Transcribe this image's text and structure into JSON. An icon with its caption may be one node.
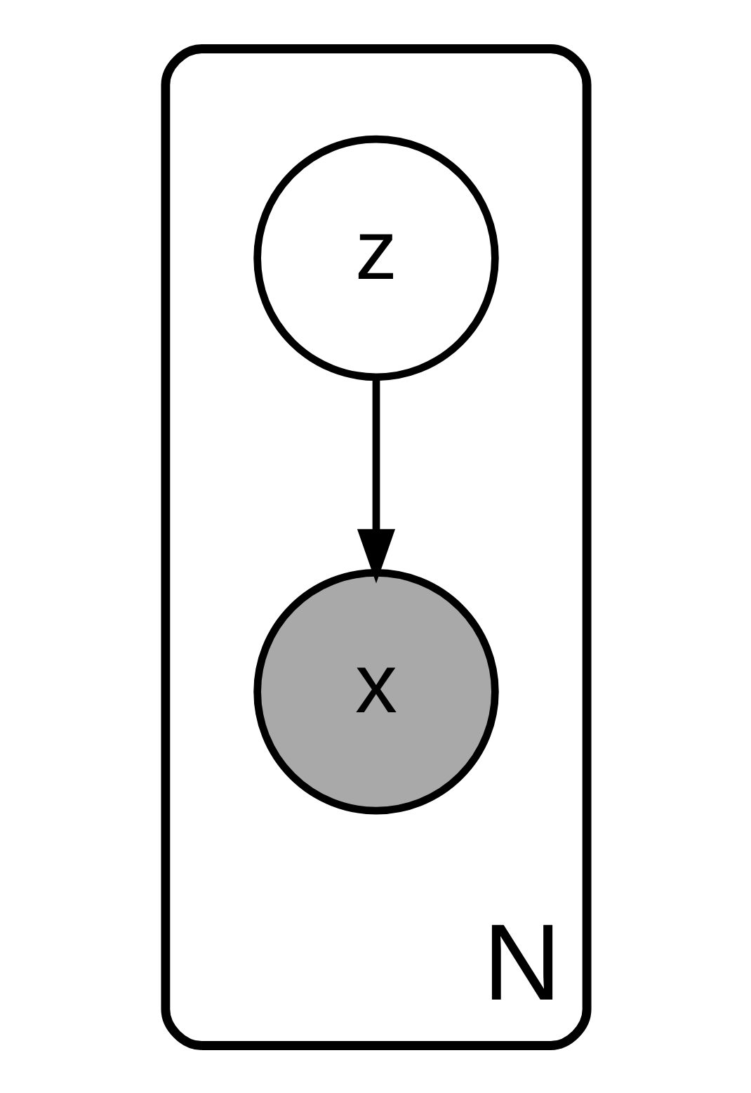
{
  "diagram": {
    "nodes": [
      {
        "text": [
          "N"
        ]
      },
      {
        "text": [
          "z"
        ],
        "in": 0
      },
      {
        "text": [
          "x"
        ],
        "in": 0
      }
    ],
    "edges": [
      {
        "from": 1,
        "to": 2,
        "arrow": "to"
      }
    ]
  }
}
